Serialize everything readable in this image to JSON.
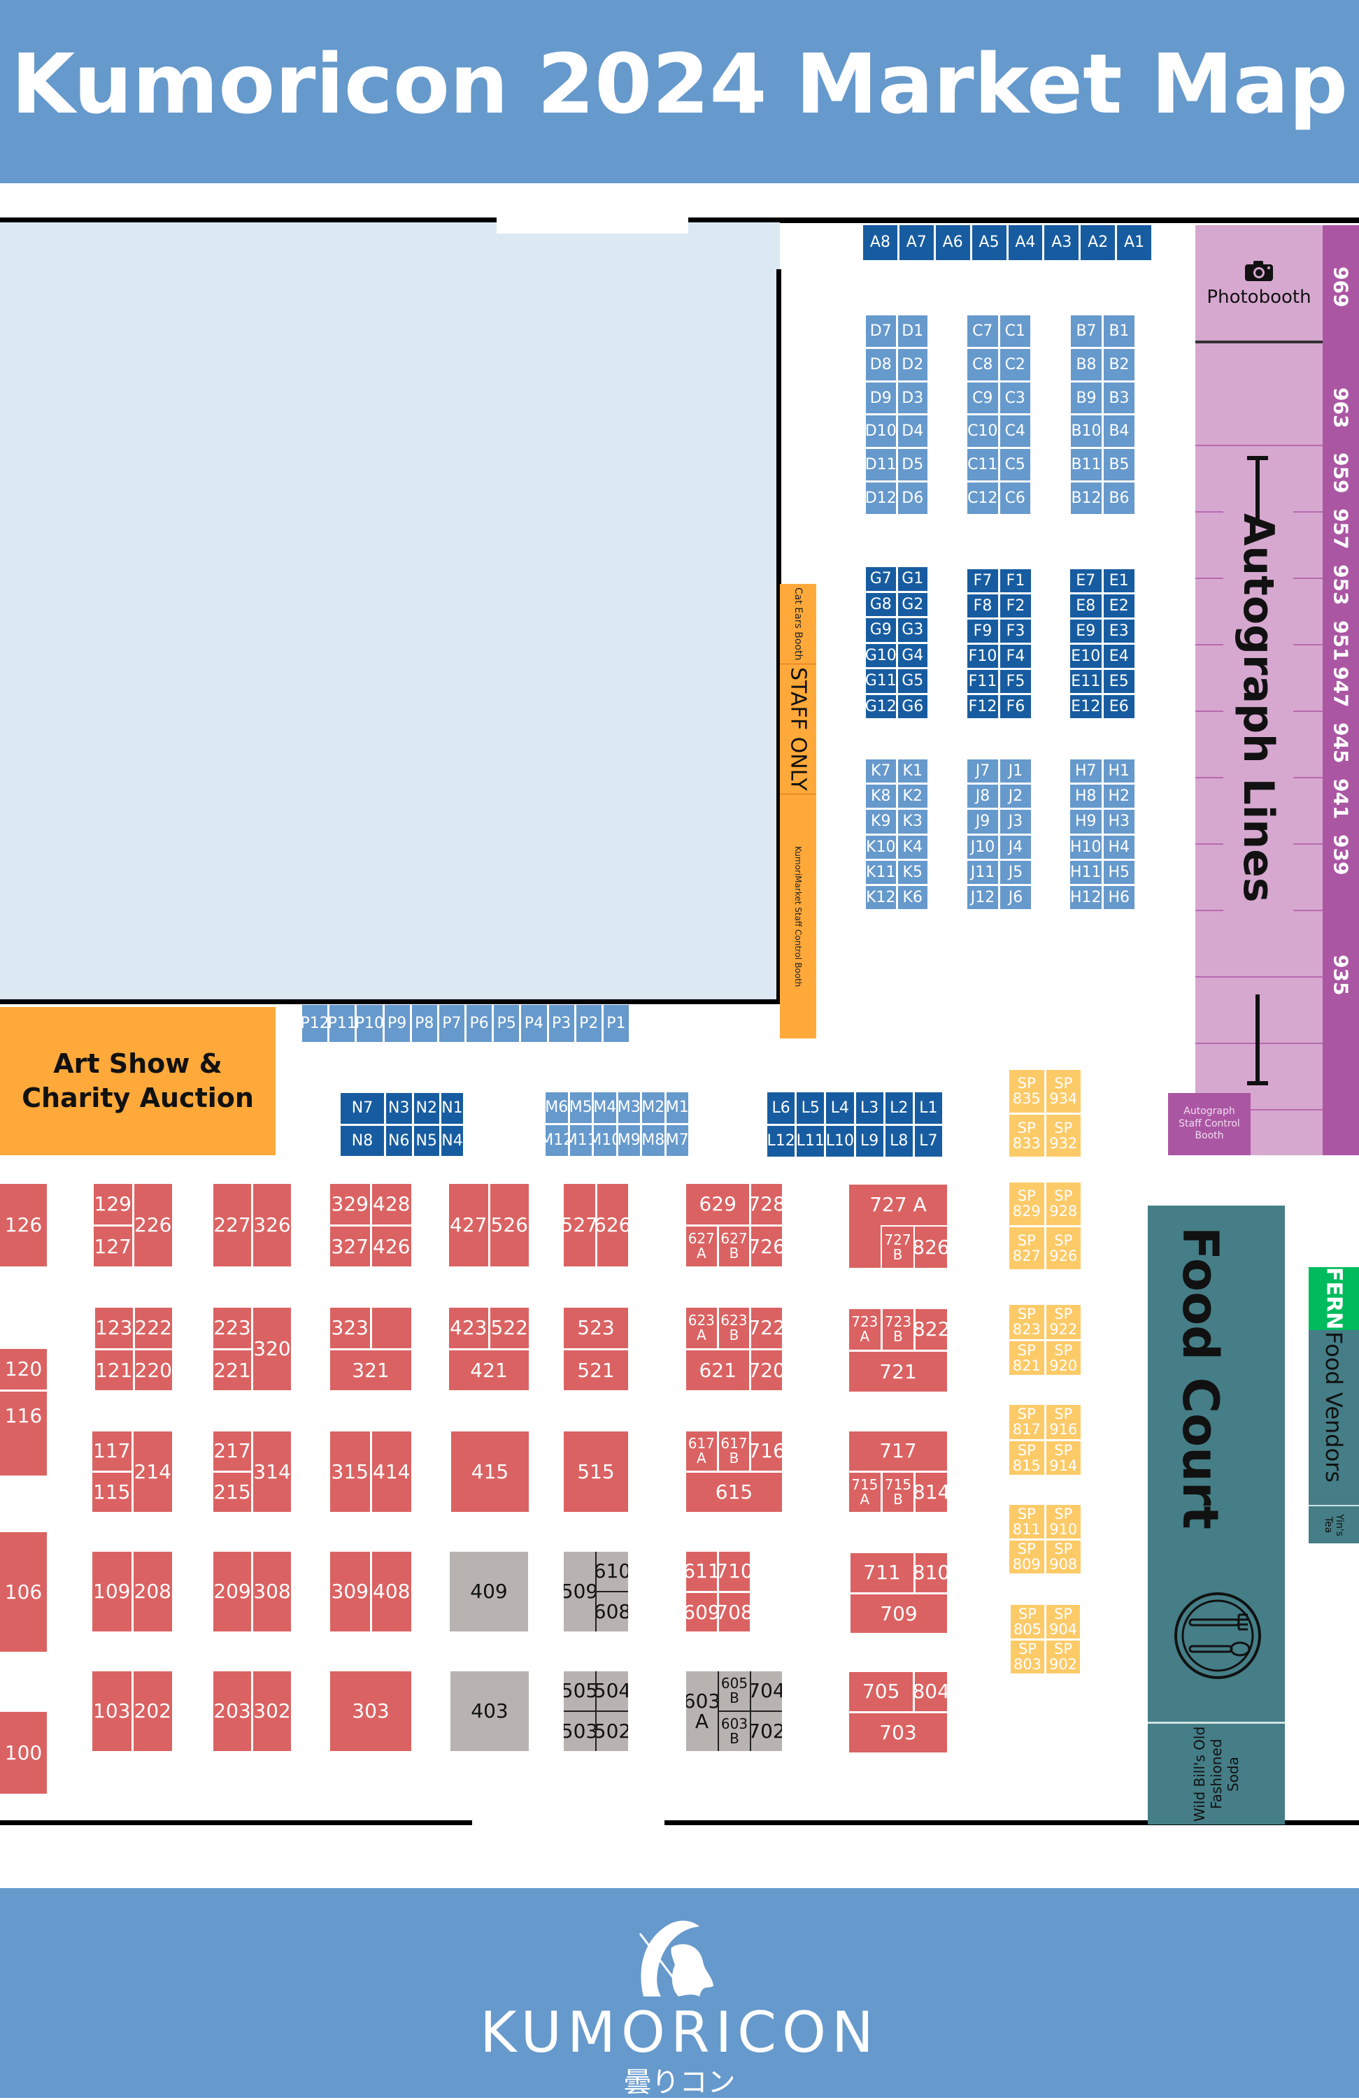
{
  "header": {
    "title": "Kumoricon 2024 Market Map"
  },
  "colors": {
    "header_bg": "#6699cc",
    "booth_dark_blue": "#175ca0",
    "booth_light_blue": "#6699cc",
    "booth_red": "#db6262",
    "booth_gray": "#b8b3b1",
    "booth_sp_yellow": "#fdca68",
    "staff_orange": "#ffa93a",
    "autograph_lavender": "#d6a8d0",
    "autograph_purple": "#aa56a3",
    "food_teal": "#457e87",
    "fern_green": "#00bb5e"
  },
  "areas": {
    "art_show": "Art Show & Charity Auction",
    "cat_ears": "Cat Ears Booth",
    "staff_only": "STAFF ONLY",
    "kumorimarket_staff": "KumoriMarket Staff Control Booth",
    "photobooth": "Photobooth",
    "autograph_lines": "Autograph Lines",
    "autograph_staff": "Autograph Staff Control Booth",
    "food_court": "Food Court",
    "wild_bills": "Wild Bill's Old Fashioned Soda",
    "fern": "FERN",
    "food_vendors": "Food Vendors",
    "yins_tea": "Yin's Tea"
  },
  "autograph_numbers": [
    "969",
    "963",
    "959",
    "957",
    "953",
    "951",
    "947",
    "945",
    "941",
    "939",
    "935"
  ],
  "rows": {
    "A": [
      "A8",
      "A7",
      "A6",
      "A5",
      "A4",
      "A3",
      "A2",
      "A1"
    ],
    "D": [
      "D7",
      "D1",
      "D8",
      "D2",
      "D9",
      "D3",
      "D10",
      "D4",
      "D11",
      "D5",
      "D12",
      "D6"
    ],
    "C": [
      "C7",
      "C1",
      "C8",
      "C2",
      "C9",
      "C3",
      "C10",
      "C4",
      "C11",
      "C5",
      "C12",
      "C6"
    ],
    "B": [
      "B7",
      "B1",
      "B8",
      "B2",
      "B9",
      "B3",
      "B10",
      "B4",
      "B11",
      "B5",
      "B12",
      "B6"
    ],
    "G": [
      "G7",
      "G1",
      "G8",
      "G2",
      "G9",
      "G3",
      "G10",
      "G4",
      "G11",
      "G5",
      "G12",
      "G6"
    ],
    "F": [
      "F7",
      "F1",
      "F8",
      "F2",
      "F9",
      "F3",
      "F10",
      "F4",
      "F11",
      "F5",
      "F12",
      "F6"
    ],
    "E": [
      "E7",
      "E1",
      "E8",
      "E2",
      "E9",
      "E3",
      "E10",
      "E4",
      "E11",
      "E5",
      "E12",
      "E6"
    ],
    "K": [
      "K7",
      "K1",
      "K8",
      "K2",
      "K9",
      "K3",
      "K10",
      "K4",
      "K11",
      "K5",
      "K12",
      "K6"
    ],
    "J": [
      "J7",
      "J1",
      "J8",
      "J2",
      "J9",
      "J3",
      "J10",
      "J4",
      "J11",
      "J5",
      "J12",
      "J6"
    ],
    "H": [
      "H7",
      "H1",
      "H8",
      "H2",
      "H9",
      "H3",
      "H10",
      "H4",
      "H11",
      "H5",
      "H12",
      "H6"
    ],
    "P": [
      "P12",
      "P11",
      "P10",
      "P9",
      "P8",
      "P7",
      "P6",
      "P5",
      "P4",
      "P3",
      "P2",
      "P1"
    ],
    "N": [
      "N7",
      "N3",
      "N2",
      "N1",
      "N8",
      "N6",
      "N5",
      "N4"
    ],
    "M": [
      "M6",
      "M5",
      "M4",
      "M3",
      "M2",
      "M1",
      "M12",
      "M11",
      "M10",
      "M9",
      "M8",
      "M7"
    ],
    "L": [
      "L6",
      "L5",
      "L4",
      "L3",
      "L2",
      "L1",
      "L12",
      "L11",
      "L10",
      "L9",
      "L8",
      "L7"
    ]
  },
  "sp_groups": [
    [
      "SP 835",
      "SP 934",
      "SP 833",
      "SP 932"
    ],
    [
      "SP 829",
      "SP 928",
      "SP 827",
      "SP 926"
    ],
    [
      "SP 823",
      "SP 922",
      "SP 821",
      "SP 920"
    ],
    [
      "SP 817",
      "SP 916",
      "SP 815",
      "SP 914"
    ],
    [
      "SP 811",
      "SP 910",
      "SP 809",
      "SP 908"
    ],
    [
      "SP 805",
      "SP 904",
      "SP 803",
      "SP 902"
    ]
  ],
  "booths": {
    "b126": "126",
    "b120": "120",
    "b116": "116",
    "b106": "106",
    "b100": "100",
    "b129": "129",
    "b127": "127",
    "b226": "226",
    "b227": "227",
    "b326": "326",
    "b329": "329",
    "b428": "428",
    "b327": "327",
    "b426": "426",
    "b427": "427",
    "b526": "526",
    "b527": "527",
    "b626": "626",
    "b629": "629",
    "b728": "728",
    "b627a": "627 A",
    "b627b": "627 B",
    "b726": "726",
    "b727a": "727 A",
    "b727b": "727 B",
    "b826": "826",
    "b123": "123",
    "b222": "222",
    "b121": "121",
    "b220": "220",
    "b223": "223",
    "b221": "221",
    "b320": "320",
    "b323": "323",
    "b321": "321",
    "b423": "423",
    "b522": "522",
    "b421": "421",
    "b523": "523",
    "b521": "521",
    "b623a": "623 A",
    "b623b": "623 B",
    "b722": "722",
    "b621": "621",
    "b720": "720",
    "b723a": "723 A",
    "b723b": "723 B",
    "b822": "822",
    "b721": "721",
    "b117": "117",
    "b115": "115",
    "b214": "214",
    "b217": "217",
    "b215": "215",
    "b314": "314",
    "b315": "315",
    "b414": "414",
    "b415": "415",
    "b515": "515",
    "b617a": "617 A",
    "b617b": "617 B",
    "b716": "716",
    "b615": "615",
    "b717": "717",
    "b715a": "715 A",
    "b715b": "715 B",
    "b814": "814",
    "b109": "109",
    "b208": "208",
    "b209": "209",
    "b308": "308",
    "b309": "309",
    "b408": "408",
    "b409": "409",
    "b509": "509",
    "b610": "610",
    "b608": "608",
    "b611": "611",
    "b710": "710",
    "b609": "609",
    "b708": "708",
    "b711": "711",
    "b810": "810",
    "b709": "709",
    "b103": "103",
    "b202": "202",
    "b203": "203",
    "b302": "302",
    "b303": "303",
    "b403": "403",
    "b505": "505",
    "b504": "504",
    "b503": "503",
    "b502": "502",
    "b603a": "603 A",
    "b605b": "605 B",
    "b603b": "603 B",
    "b704": "704",
    "b702": "702",
    "b705": "705",
    "b804": "804",
    "b703": "703"
  },
  "footer": {
    "logo_text": "KUMORICON",
    "logo_subtext": "曇りコン"
  }
}
